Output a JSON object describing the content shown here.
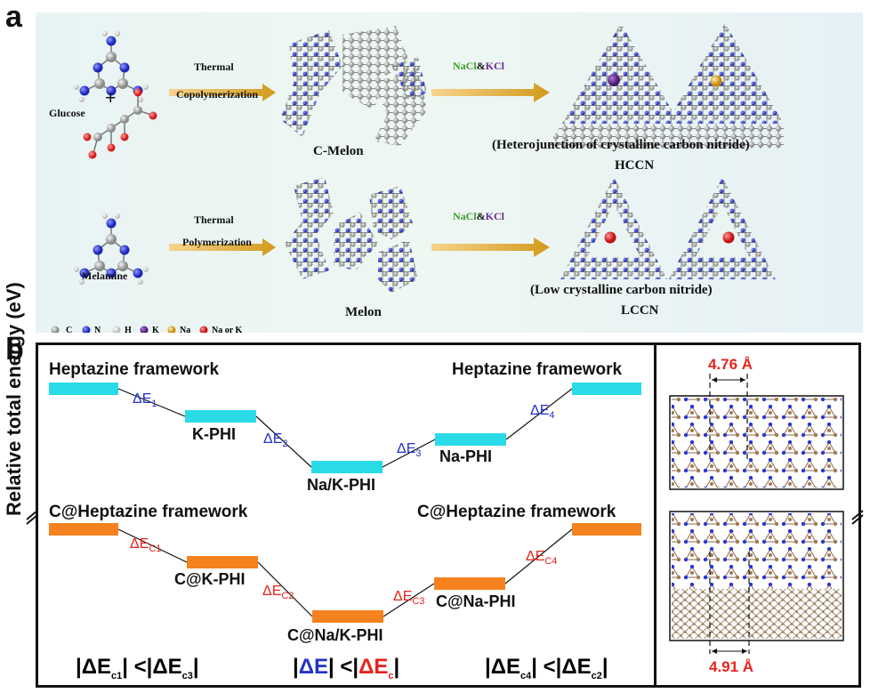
{
  "panel_a": {
    "letter": "a",
    "glucose": "Glucose",
    "plus": "+",
    "melamine": "Melamine",
    "arrow1_line1": "Thermal",
    "arrow1_line2": "Copolymerization",
    "arrow2_line1": "Thermal",
    "arrow2_line2": "Polymerization",
    "salt_top_a": "NaCl",
    "salt_top_amp": "&",
    "salt_top_b": "KCl",
    "salt_bot_a": "NaCl",
    "salt_bot_amp": "&",
    "salt_bot_b": "KCl",
    "c_melon": "C-Melon",
    "melon": "Melon",
    "hccn_desc": "(Heterojunction of crystalline carbon nitride)",
    "hccn": "HCCN",
    "lccn_desc": "(Low crystalline carbon nitride)",
    "lccn": "LCCN",
    "legend": [
      {
        "label": "C",
        "color": "#9a9a9a"
      },
      {
        "label": "N",
        "color": "#2a36d8"
      },
      {
        "label": "H",
        "color": "#e8e8e8"
      },
      {
        "label": "K",
        "color": "#6a2c91"
      },
      {
        "label": "Na",
        "color": "#e6a817"
      },
      {
        "label": "Na or K",
        "color": "#e82a2a"
      }
    ]
  },
  "panel_b": {
    "letter": "b",
    "y_axis_label": "Relative total energy (eV)",
    "top_left": "Heptazine framework",
    "top_right": "Heptazine framework",
    "k_phi": "K-PHI",
    "nak_phi": "Na/K-PHI",
    "na_phi": "Na-PHI",
    "bot_left": "C@Heptazine framework",
    "bot_right": "C@Heptazine framework",
    "c_k_phi": "C@K-PHI",
    "c_nak_phi": "C@Na/K-PHI",
    "c_na_phi": "C@Na-PHI",
    "de1": "1",
    "de2": "2",
    "de3": "3",
    "de4": "4",
    "dec1": "C1",
    "dec2": "C2",
    "dec3": "C3",
    "dec4": "C4",
    "delta_e": "ΔE",
    "ineq_left_a": "c1",
    "ineq_left_b": "c3",
    "ineq_right_a": "c4",
    "ineq_right_b": "c2",
    "ineq_mid_c": "c",
    "dist_top": "4.76 Å",
    "dist_bot": "4.91 Å",
    "colors": {
      "cyan": "#29dbe6",
      "orange": "#f5821f",
      "blue": "#2233cc",
      "red": "#e8231c"
    }
  }
}
